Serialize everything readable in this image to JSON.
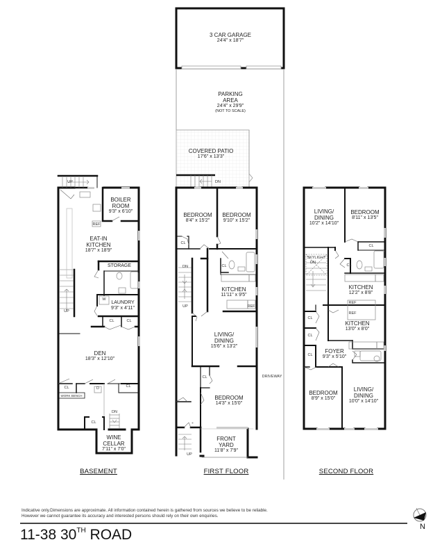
{
  "address": {
    "number": "11-38 30",
    "suffix": "TH",
    "street": "ROAD"
  },
  "disclaimer": {
    "line1": "Indicative only.Dimensions are approximate. All information contained herein is gathered from sources we believe to be reliable.",
    "line2": "However we cannot guarantee its accuracy and interested persons should rely on their own enquiries."
  },
  "compass": {
    "label": "N"
  },
  "outdoor": {
    "garage": {
      "name": "3 CAR GARAGE",
      "dims": "24'4\" x 18'7\""
    },
    "parking": {
      "name1": "PARKING",
      "name2": "AREA",
      "dims": "24'4\" x 29'9\"",
      "note": "(NOT TO SCALE)"
    },
    "patio": {
      "name": "COVERED PATIO",
      "dims": "17'6\" x 13'3\""
    },
    "driveway": "DRIVEWAY"
  },
  "basement": {
    "title": "BASEMENT",
    "rooms": {
      "boiler": {
        "name1": "BOILER",
        "name2": "ROOM",
        "dims": "9'3\" x 6'10\""
      },
      "kitchen": {
        "name1": "EAT-IN",
        "name2": "KITCHEN",
        "dims": "18'7\" x 18'9\""
      },
      "storage": {
        "name": "STORAGE"
      },
      "laundry": {
        "name": "LAUNDRY",
        "dims": "9'3\" x 4'11\""
      },
      "den": {
        "name": "DEN",
        "dims": "18'3\" x 12'10\""
      },
      "wine": {
        "name1": "WINE",
        "name2": "CELLAR",
        "dims": "7'11\" x 7'0\""
      }
    },
    "labels": {
      "up": "UP",
      "up2": "UP",
      "dn": "DN",
      "ref": "REF",
      "w": "W",
      "d": "D",
      "cl": "CL",
      "workbench": "WORK BENCH"
    }
  },
  "first_floor": {
    "title": "FIRST FLOOR",
    "rooms": {
      "bedroom_a": {
        "name": "BEDROOM",
        "dims": "8'4\" x 15'2\""
      },
      "bedroom_b": {
        "name": "BEDROOM",
        "dims": "9'10\" x 15'2\""
      },
      "kitchen": {
        "name": "KITCHEN",
        "dims": "11'11\" x 9'5\""
      },
      "living": {
        "name1": "LIVING/",
        "name2": "DINING",
        "dims": "15'6\" x 13'2\""
      },
      "bedroom_c": {
        "name": "BEDROOM",
        "dims": "14'3\" x 15'0\""
      },
      "front_yard": {
        "name1": "FRONT",
        "name2": "YARD",
        "dims": "11'8\" x 7'9\""
      }
    },
    "labels": {
      "dn": "DN",
      "up": "UP",
      "ref": "REF",
      "cl": "CL"
    }
  },
  "second_floor": {
    "title": "SECOND FLOOR",
    "rooms": {
      "living_a": {
        "name1": "LIVING/",
        "name2": "DINING",
        "dims": "10'2\" x 14'10\""
      },
      "bedroom_a": {
        "name": "BEDROOM",
        "dims": "8'11\" x 13'5\""
      },
      "kitchen_a": {
        "name": "KITCHEN",
        "dims": "12'2\" x 8'8\""
      },
      "kitchen_b": {
        "name": "KITCHEN",
        "dims": "13'0\" x 8'0\""
      },
      "foyer": {
        "name": "FOYER",
        "dims": "9'3\" x 5'10\""
      },
      "bedroom_b": {
        "name": "BEDROOM",
        "dims": "8'9\" x 15'0\""
      },
      "living_b": {
        "name1": "LIVING/",
        "name2": "DINING",
        "dims": "10'0\" x 14'10\""
      }
    },
    "labels": {
      "skylight": "SKYLIGHT",
      "dn": "DN",
      "ref": "REF",
      "cl": "CL"
    }
  }
}
